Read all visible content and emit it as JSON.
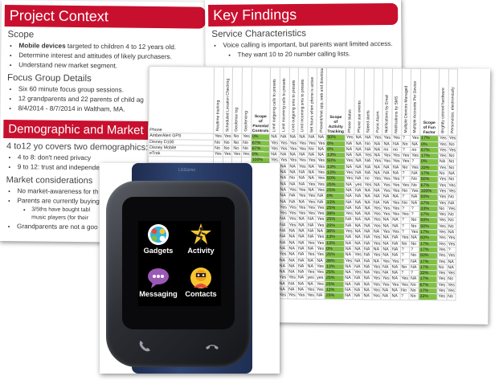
{
  "slide_context": {
    "title": "Project Context",
    "scope_heading": "Scope",
    "scope_bullets": [
      {
        "bold": "Mobile devices",
        "rest": " targeted to children 4 to 12 years old."
      },
      {
        "bold": "",
        "rest": "Determine interest and attitudes of likely purchasers."
      },
      {
        "bold": "",
        "rest": "Understand new market segment."
      }
    ],
    "focus_heading": "Focus Group Details",
    "focus_bullets": [
      "Six 60 minute focus group sessions.",
      "12 grandparents and 22 parents of child ag",
      "8/4/2014 - 8/7/2014 in Waltham, MA."
    ],
    "demo_title": "Demographic and Market Fi",
    "demo_sub": "4 to12 yo covers two demographics: 4 t",
    "demo_bullets": [
      "4 to 8: don't need privacy",
      "9 to 12: trust and independence building is"
    ],
    "market_heading": "Market considerations",
    "market_bullets": [
      "No market-awareness for th",
      "Parents are currently buying"
    ],
    "market_sub_bullets": [
      "3/5ths have bought tabl",
      "music players (for their"
    ],
    "last_bullet": "Grandparents are not a goo"
  },
  "slide_findings": {
    "title": "Key Findings",
    "sub": "Service Characteristics",
    "bullets": [
      "Voice calling is important, but parents want limited access."
    ],
    "sub_bullets": [
      "They want 10 to 20 number calling lists."
    ]
  },
  "sheet": {
    "headers": [
      "Realtime tracking",
      "Scheduled Location Checking",
      "Geofence log",
      "Geofencing",
      "Scope of Parental Controls",
      "Limit outgoing calls to presets",
      "Limit incoming calls to presets",
      "Limit outgoing sms to presets",
      "Limit incoming sms to presets",
      "Set hours when phone is active",
      "Prevent/limit app, web and downloading",
      "Scope of Activity Tracking",
      "Phone status",
      "Phone use events",
      "Speed alerts",
      "Panic Alarm",
      "Notifications by Email",
      "Notifications by SMS",
      "Multiple Devices Managed",
      "Multiple Accounts Per Device",
      "Scope of Fun Factor",
      "Brightly colored hardware",
      "Personalize, electronically"
    ],
    "phone_label": "Phone",
    "rows": [
      {
        "name": "AmberAlert GPS",
        "cells": [
          "Yes",
          "Yes",
          "No",
          "Yes",
          "0%",
          "NA",
          "NA",
          "NA",
          "NA",
          "NA",
          "NA",
          "50%",
          "Yes",
          "NA",
          "NA",
          "Yes",
          "Yes",
          "Yes",
          "?",
          "Yes",
          "17%",
          "Yes",
          "Yes"
        ]
      },
      {
        "name": "Disney D100",
        "cells": [
          "No",
          "No",
          "No",
          "No",
          "67%",
          "Yes",
          "Yes",
          "Yes",
          "Yes",
          "Yes",
          "Yes",
          "0%",
          "NA",
          "NA",
          "No",
          "NA",
          "NA",
          "NA",
          "No",
          "NA",
          "0%",
          "Yes",
          "No"
        ]
      },
      {
        "name": "Disney Mobile",
        "cells": [
          "No",
          "No",
          "No",
          "No",
          "67%",
          "Yes",
          "Yes",
          "Yes",
          "Yes",
          "No",
          "NA",
          "0%",
          "NA",
          "NA",
          "NA",
          "NA",
          "no",
          "no",
          "?",
          "no",
          "67%",
          "Yes",
          "Yes"
        ]
      },
      {
        "name": "eTrak",
        "cells": [
          "Yes",
          "Yes",
          "Yes",
          "Yes",
          "0%",
          "NA",
          "NA",
          "NA",
          "NA",
          "NA",
          "NA",
          "13%",
          "NA",
          "NA",
          "Yes",
          "NA",
          "Yes",
          "Yes",
          "Yes",
          "Yes",
          "17%",
          "Yes",
          "No"
        ]
      },
      {
        "name": "",
        "cells": [
          "",
          "",
          "",
          "",
          "100%",
          "Yes",
          "Yes",
          "Yes",
          "Yes",
          "Yes",
          "Yes",
          "50%",
          "Yes",
          "NA",
          "NA",
          "Yes",
          "Yes",
          "Yes",
          "Yes",
          "?",
          "0%",
          "NA",
          "No"
        ]
      },
      {
        "name": "",
        "cells": [
          "",
          "",
          "",
          "",
          "50%",
          "yes",
          "NA",
          "NA",
          "Yes",
          "NA",
          "Yes",
          "13%",
          "NA",
          "NA",
          "NA",
          "NA",
          "NA",
          "NA",
          "No",
          "Yes",
          "33%",
          "Yes",
          "No"
        ]
      },
      {
        "name": "",
        "cells": [
          "",
          "",
          "",
          "",
          "17%",
          "NA",
          "NA",
          "NA",
          "NA",
          "NA",
          "Yes",
          "13%",
          "Yes",
          "NA",
          "NA",
          "NA",
          "NA",
          "NA",
          "?",
          "NA",
          "17%",
          "No",
          "NA"
        ]
      },
      {
        "name": "",
        "cells": [
          "",
          "",
          "",
          "",
          "33%",
          "No",
          "NA",
          "No",
          "NA",
          "NA",
          "Yes",
          "50%",
          "Yes",
          "NA",
          "no",
          "Yes",
          "Yes",
          "Yes",
          "?",
          "No",
          "50%",
          "Yes",
          "No"
        ]
      },
      {
        "name": "",
        "cells": [
          "",
          "",
          "",
          "",
          "50%",
          "Yes",
          "NA",
          "NA",
          "NA",
          "Yes",
          "Yes",
          "25%",
          "NA",
          "yes",
          "Yes",
          "NA",
          "Yes",
          "Yes",
          "Yes",
          "No",
          "67%",
          "Yes",
          "Yes"
        ]
      },
      {
        "name": "",
        "cells": [
          "",
          "",
          "",
          "",
          "50%",
          "Yes",
          "NA",
          "Yes",
          "Yes",
          "NA",
          "Yes",
          "25%",
          "NA",
          "NA",
          "NA",
          "NA",
          "Yes",
          "Yes",
          "No",
          "Yes",
          "100%",
          "Yes",
          "Yes"
        ]
      },
      {
        "name": "",
        "cells": [
          "",
          "",
          "",
          "",
          "33%",
          "Yes",
          "NA",
          "NA",
          "Yes",
          "Yes",
          "NA",
          "0%",
          "NA",
          "NA",
          "NA",
          "NA",
          "NA",
          "NA",
          "?",
          "NA",
          "50%",
          "Yes",
          "No"
        ]
      },
      {
        "name": "",
        "cells": [
          "",
          "",
          "",
          "",
          "17%",
          "NA",
          "NA",
          "NA",
          "NA",
          "Yes",
          "NA",
          "13%",
          "NA",
          "NA",
          "NA",
          "NA",
          "NA",
          "Yes",
          "No",
          "NA",
          "17%",
          "Yes",
          "NA"
        ]
      },
      {
        "name": "",
        "cells": [
          "",
          "",
          "",
          "",
          "100%",
          "Yes",
          "Yes",
          "Yes",
          "Yes",
          "Yes",
          "Yes",
          "25%",
          "NA",
          "NA",
          "NA",
          "Yes",
          "Yes",
          "Yes",
          "?",
          "?",
          "33%",
          "No",
          "Yes"
        ]
      },
      {
        "name": "",
        "cells": [
          "",
          "",
          "",
          "",
          "100%",
          "Yes",
          "Yes",
          "Yes",
          "Yes",
          "Yes",
          "Yes",
          "38%",
          "Yes",
          "NA",
          "NA",
          "Yes",
          "Yes",
          "Yes",
          "Yes",
          "?",
          "17%",
          "Yes",
          "No"
        ]
      },
      {
        "name": "",
        "cells": [
          "",
          "",
          "",
          "",
          "50%",
          "Yes",
          "NA",
          "Yes",
          "NA",
          "NA",
          "Yes",
          "25%",
          "NA",
          "NA",
          "NA",
          "Yes",
          "NA",
          "NA",
          "?",
          "No",
          "50%",
          "Yes",
          "No"
        ]
      },
      {
        "name": "",
        "cells": [
          "",
          "",
          "",
          "",
          "50%",
          "Yes",
          "NA",
          "Yes",
          "NA",
          "NA",
          "Yes",
          "25%",
          "NA",
          "NA",
          "NA",
          "Yes",
          "NA",
          "NA",
          "?",
          "No",
          "50%",
          "Yes",
          "No"
        ]
      },
      {
        "name": "",
        "cells": [
          "",
          "",
          "",
          "",
          "0%",
          "NA",
          "NA",
          "NA",
          "NA",
          "NA",
          "NA",
          "38%",
          "Yes",
          "NA",
          "NA",
          "NA",
          "Yes",
          "Yes",
          "?",
          "Yes",
          "17%",
          "Yes",
          "NA"
        ]
      },
      {
        "name": "",
        "cells": [
          "",
          "",
          "",
          "",
          "17%",
          "NA",
          "NA",
          "NA",
          "NA",
          "NA",
          "Yes",
          "13%",
          "NA",
          "NA",
          "NA",
          "Yes",
          "NA",
          "NA",
          "Yes",
          "NA",
          "83%",
          "Yes",
          "Yes"
        ]
      },
      {
        "name": "",
        "cells": [
          "",
          "",
          "",
          "",
          "33%",
          "NA",
          "NA",
          "NA",
          "NA",
          "Yes",
          "Yes",
          "13%",
          "NA",
          "NA",
          "NA",
          "Yes",
          "NA",
          "NA",
          "No",
          "No",
          "17%",
          "Yes",
          "Yes"
        ]
      },
      {
        "name": "",
        "cells": [
          "",
          "",
          "",
          "",
          "17%",
          "NA",
          "NA",
          "NA",
          "NA",
          "NA",
          "Yes",
          "0%",
          "NA",
          "NA",
          "NA",
          "NA",
          "NA",
          "NA",
          "?",
          "?",
          "17%",
          "Yes",
          "?"
        ]
      },
      {
        "name": "",
        "cells": [
          "",
          "",
          "",
          "",
          "50%",
          "NA",
          "Yes",
          "NA",
          "NA",
          "Yes",
          "Yes",
          "25%",
          "NA",
          "Yes",
          "NA",
          "Yes",
          "NA",
          "NA",
          "?",
          "No",
          "50%",
          "Yes",
          "Yes"
        ]
      },
      {
        "name": "",
        "cells": [
          "",
          "",
          "",
          "",
          "0%",
          "NA",
          "NA",
          "NA",
          "NA",
          "NA",
          "NA",
          "38%",
          "Yes",
          "NA",
          "NA",
          "NA",
          "Yes",
          "Yes",
          "?",
          "NA",
          "17%",
          "Yes",
          "NA"
        ]
      },
      {
        "name": "",
        "cells": [
          "",
          "",
          "",
          "",
          "17%",
          "NA",
          "NA",
          "NA",
          "NA",
          "NA",
          "Yes",
          "13%",
          "NA",
          "NA",
          "NA",
          "Yes",
          "NA",
          "NA",
          "No",
          "NA",
          "17%",
          "No",
          "NA"
        ]
      },
      {
        "name": "",
        "cells": [
          "",
          "",
          "",
          "",
          "50%",
          "Yes",
          "NA",
          "NA",
          "NA",
          "Yes",
          "Yes",
          "25%",
          "NA",
          "Yes",
          "NA",
          "Yes",
          "NA",
          "NA",
          "?",
          "?",
          "33%",
          "Yes",
          "Yes"
        ]
      },
      {
        "name": "",
        "cells": [
          "",
          "",
          "",
          "",
          "50%",
          "Yes",
          "Yes",
          "Yes",
          "NA",
          "yes",
          "yes",
          "25%",
          "NA",
          "NA",
          "NA",
          "Yes",
          "Yes",
          "NA",
          "Yes",
          "NA",
          "17%",
          "Yes",
          "No"
        ]
      },
      {
        "name": "",
        "cells": [
          "",
          "",
          "",
          "",
          "33%",
          "Yes",
          "NA",
          "NA",
          "NA",
          "NA",
          "Yes",
          "25%",
          "NA",
          "NA",
          "NA",
          "Yes",
          "Yes",
          "Yes",
          "Yes",
          "No",
          "67%",
          "Yes",
          "Yes"
        ]
      },
      {
        "name": "",
        "cells": [
          "",
          "",
          "",
          "",
          "33%",
          "NA",
          "NA",
          "NA",
          "NA",
          "Yes",
          "Yes",
          "13%",
          "NA",
          "NA",
          "NA",
          "Yes",
          "NA",
          "NA",
          "No",
          "No",
          "17%",
          "Yes",
          "Yes"
        ]
      },
      {
        "name": "",
        "cells": [
          "",
          "",
          "",
          "",
          "83%",
          "Yes",
          "Yes",
          "Yes",
          "Yes",
          "Yes",
          "NA",
          "25%",
          "NA",
          "NA",
          "NA",
          "Yes",
          "NA",
          "NA",
          "?",
          "No",
          "33%",
          "Yes",
          "No"
        ]
      }
    ]
  },
  "watch": {
    "brand": "LGGizmo",
    "apps": [
      {
        "label": "Gadgets",
        "icon": "gadgets-icon"
      },
      {
        "label": "Activity",
        "icon": "activity-icon"
      },
      {
        "label": "Messaging",
        "icon": "messaging-icon"
      },
      {
        "label": "Contacts",
        "icon": "contacts-icon"
      }
    ]
  },
  "colors": {
    "red_bar": "#c8102e",
    "green_cell": "#7fc241",
    "band": "#2e4472"
  }
}
